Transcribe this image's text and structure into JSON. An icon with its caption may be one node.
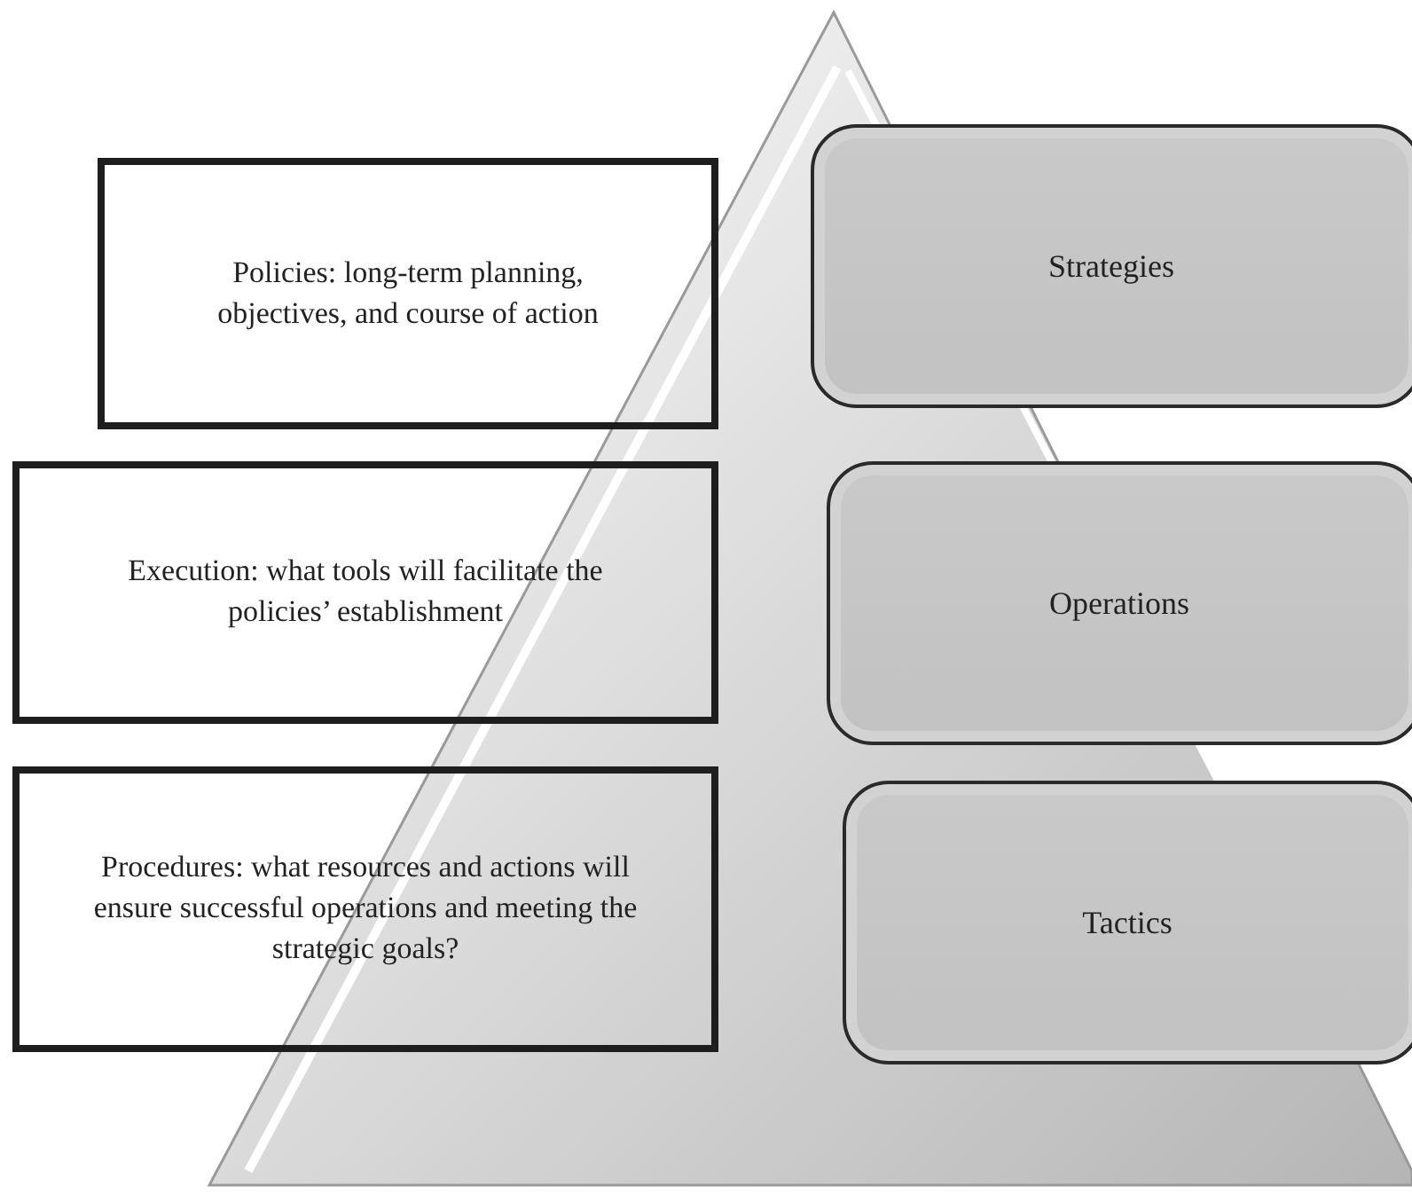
{
  "diagram": {
    "nodes": [
      {
        "text": [
          "Policies: long-term planning, objectives, and course of action"
        ]
      },
      {
        "text": [
          "Strategies"
        ]
      },
      {
        "text": [
          "Execution: what tools will facilitate the policies’ establishment"
        ]
      },
      {
        "text": [
          "Operations"
        ]
      },
      {
        "text": [
          "Procedures: what resources and actions will ensure successful operations and meeting the strategic goals?"
        ]
      },
      {
        "text": [
          "Tactics"
        ]
      }
    ]
  }
}
